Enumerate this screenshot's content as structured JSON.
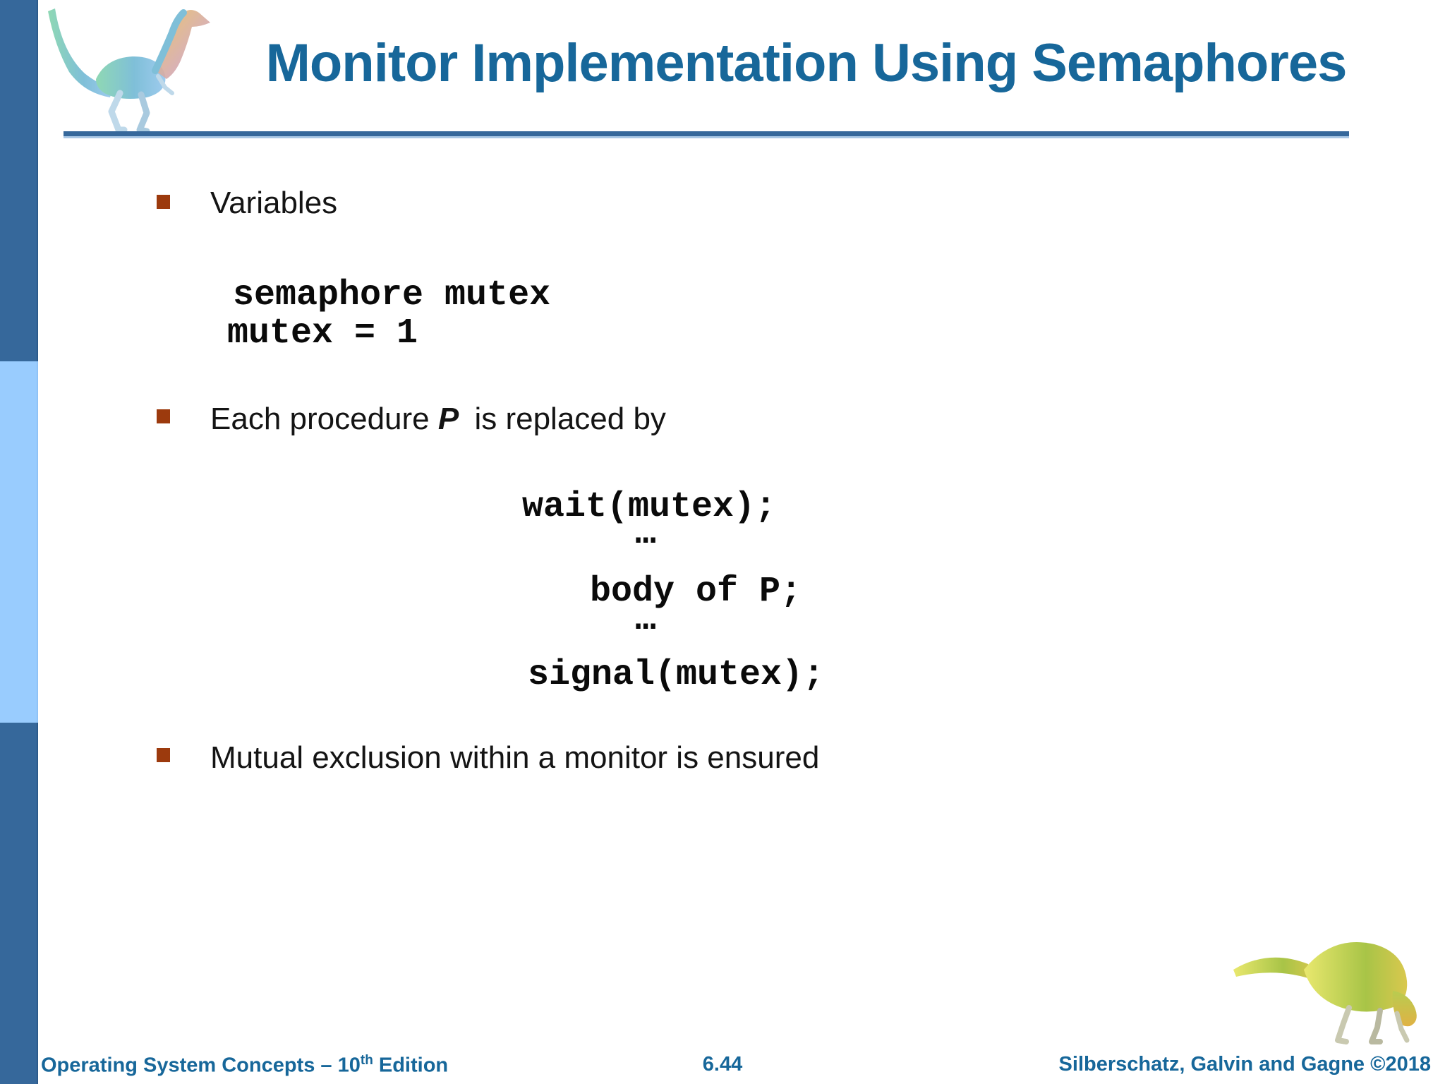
{
  "slide": {
    "title": "Monitor Implementation Using Semaphores",
    "bullet1": {
      "label": "Variables"
    },
    "bullet2": {
      "pre": "Each procedure ",
      "emphasis": "P",
      "post": " is replaced by"
    },
    "bullet3": {
      "label": "Mutual exclusion within a monitor is ensured"
    },
    "code1": {
      "line1": "semaphore mutex",
      "line2": "mutex = 1"
    },
    "code2": {
      "line1": "wait(mutex);",
      "line2": "…",
      "line3": "body of P;",
      "line4": "…",
      "line5": "signal(mutex);"
    },
    "footer": {
      "left_pre": "Operating System Concepts – 10",
      "left_sup": "th",
      "left_post": " Edition",
      "page": "6.44",
      "right": "Silberschatz, Galvin and Gagne ©2018"
    },
    "colors": {
      "sidebar_dark_blue": "#36689B",
      "sidebar_light_blue": "#99CCFE",
      "title_blue": "#17679A",
      "bullet_red": "#9C3A0D",
      "body_text": "#141414"
    }
  }
}
